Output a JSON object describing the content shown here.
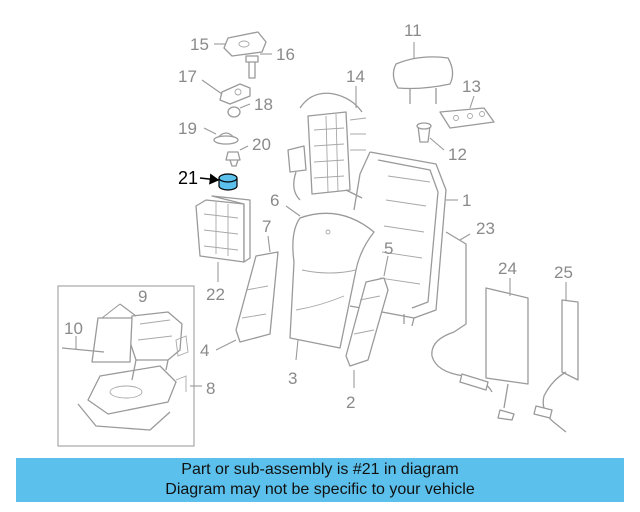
{
  "diagram": {
    "highlight_color": "#5bc0eb",
    "callouts": [
      "1",
      "2",
      "3",
      "4",
      "5",
      "6",
      "7",
      "8",
      "9",
      "10",
      "11",
      "12",
      "13",
      "14",
      "15",
      "16",
      "17",
      "18",
      "19",
      "20",
      "21",
      "22",
      "23",
      "24",
      "25"
    ],
    "highlighted_callout": "21"
  },
  "banner": {
    "line1": "Part or sub-assembly is #21 in diagram",
    "line2": "Diagram may not be specific to your vehicle"
  }
}
